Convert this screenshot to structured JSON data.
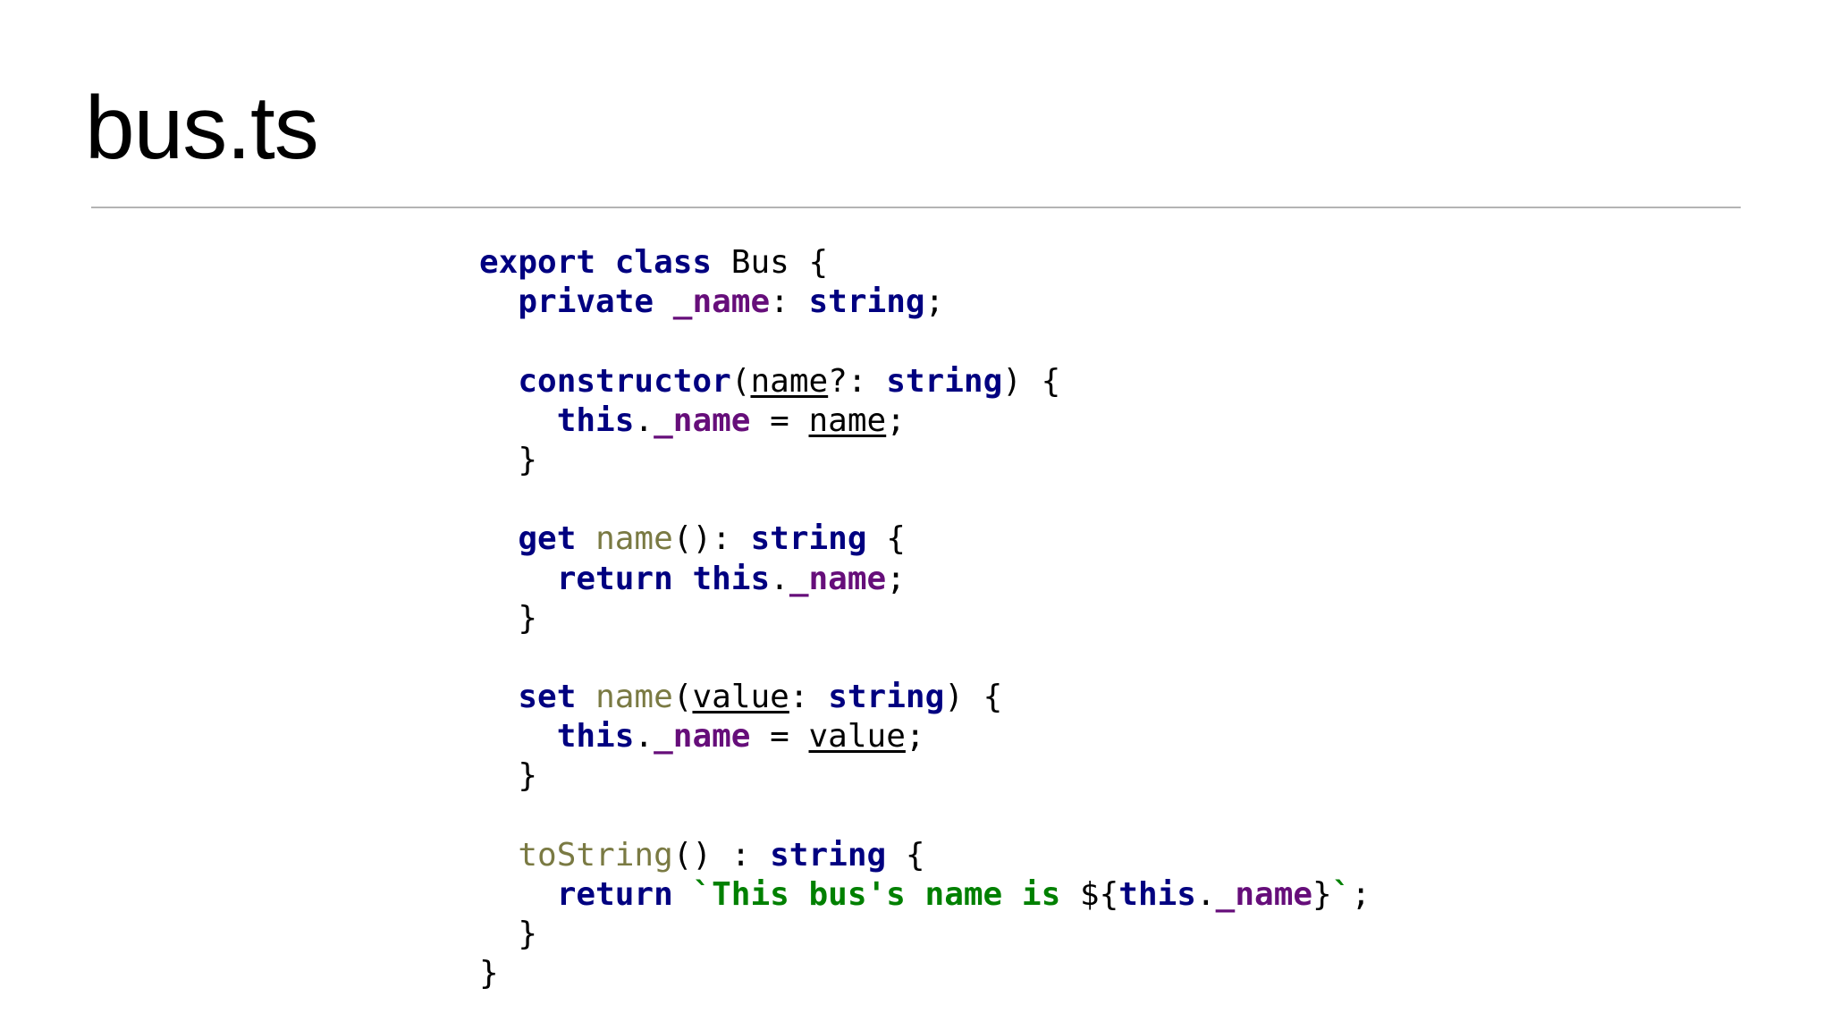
{
  "slide": {
    "title": "bus.ts"
  },
  "colors": {
    "keyword": "#000080",
    "field": "#660e7a",
    "method": "#7a7a43",
    "string": "#008000",
    "divider": "#b4b4b4"
  },
  "code": {
    "language": "typescript",
    "lines": [
      [
        {
          "t": "export",
          "k": "keyword"
        },
        {
          "t": " ",
          "k": "plain"
        },
        {
          "t": "class",
          "k": "keyword"
        },
        {
          "t": " Bus {",
          "k": "plain"
        }
      ],
      [
        {
          "t": "  ",
          "k": "plain"
        },
        {
          "t": "private",
          "k": "keyword"
        },
        {
          "t": " ",
          "k": "plain"
        },
        {
          "t": "_name",
          "k": "field"
        },
        {
          "t": ": ",
          "k": "punct"
        },
        {
          "t": "string",
          "k": "keyword"
        },
        {
          "t": ";",
          "k": "punct"
        }
      ],
      [],
      [
        {
          "t": "  ",
          "k": "plain"
        },
        {
          "t": "constructor",
          "k": "keyword"
        },
        {
          "t": "(",
          "k": "punct"
        },
        {
          "t": "name",
          "k": "param"
        },
        {
          "t": "?: ",
          "k": "punct"
        },
        {
          "t": "string",
          "k": "keyword"
        },
        {
          "t": ") {",
          "k": "punct"
        }
      ],
      [
        {
          "t": "    ",
          "k": "plain"
        },
        {
          "t": "this",
          "k": "keyword"
        },
        {
          "t": ".",
          "k": "punct"
        },
        {
          "t": "_name",
          "k": "field"
        },
        {
          "t": " = ",
          "k": "plain"
        },
        {
          "t": "name",
          "k": "param"
        },
        {
          "t": ";",
          "k": "punct"
        }
      ],
      [
        {
          "t": "  }",
          "k": "plain"
        }
      ],
      [],
      [
        {
          "t": "  ",
          "k": "plain"
        },
        {
          "t": "get",
          "k": "keyword"
        },
        {
          "t": " ",
          "k": "plain"
        },
        {
          "t": "name",
          "k": "method"
        },
        {
          "t": "(): ",
          "k": "punct"
        },
        {
          "t": "string",
          "k": "keyword"
        },
        {
          "t": " {",
          "k": "plain"
        }
      ],
      [
        {
          "t": "    ",
          "k": "plain"
        },
        {
          "t": "return",
          "k": "keyword"
        },
        {
          "t": " ",
          "k": "plain"
        },
        {
          "t": "this",
          "k": "keyword"
        },
        {
          "t": ".",
          "k": "punct"
        },
        {
          "t": "_name",
          "k": "field"
        },
        {
          "t": ";",
          "k": "punct"
        }
      ],
      [
        {
          "t": "  }",
          "k": "plain"
        }
      ],
      [],
      [
        {
          "t": "  ",
          "k": "plain"
        },
        {
          "t": "set",
          "k": "keyword"
        },
        {
          "t": " ",
          "k": "plain"
        },
        {
          "t": "name",
          "k": "method"
        },
        {
          "t": "(",
          "k": "punct"
        },
        {
          "t": "value",
          "k": "param"
        },
        {
          "t": ": ",
          "k": "punct"
        },
        {
          "t": "string",
          "k": "keyword"
        },
        {
          "t": ") {",
          "k": "plain"
        }
      ],
      [
        {
          "t": "    ",
          "k": "plain"
        },
        {
          "t": "this",
          "k": "keyword"
        },
        {
          "t": ".",
          "k": "punct"
        },
        {
          "t": "_name",
          "k": "field"
        },
        {
          "t": " = ",
          "k": "plain"
        },
        {
          "t": "value",
          "k": "param"
        },
        {
          "t": ";",
          "k": "punct"
        }
      ],
      [
        {
          "t": "  }",
          "k": "plain"
        }
      ],
      [],
      [
        {
          "t": "  ",
          "k": "plain"
        },
        {
          "t": "toString",
          "k": "method"
        },
        {
          "t": "() : ",
          "k": "punct"
        },
        {
          "t": "string",
          "k": "keyword"
        },
        {
          "t": " {",
          "k": "plain"
        }
      ],
      [
        {
          "t": "    ",
          "k": "plain"
        },
        {
          "t": "return",
          "k": "keyword"
        },
        {
          "t": " ",
          "k": "plain"
        },
        {
          "t": "`This bus's name is ",
          "k": "string"
        },
        {
          "t": "${",
          "k": "plain"
        },
        {
          "t": "this",
          "k": "keyword"
        },
        {
          "t": ".",
          "k": "punct"
        },
        {
          "t": "_name",
          "k": "field"
        },
        {
          "t": "}",
          "k": "plain"
        },
        {
          "t": "`",
          "k": "string"
        },
        {
          "t": ";",
          "k": "punct"
        }
      ],
      [
        {
          "t": "  }",
          "k": "plain"
        }
      ],
      [
        {
          "t": "}",
          "k": "plain"
        }
      ]
    ]
  }
}
